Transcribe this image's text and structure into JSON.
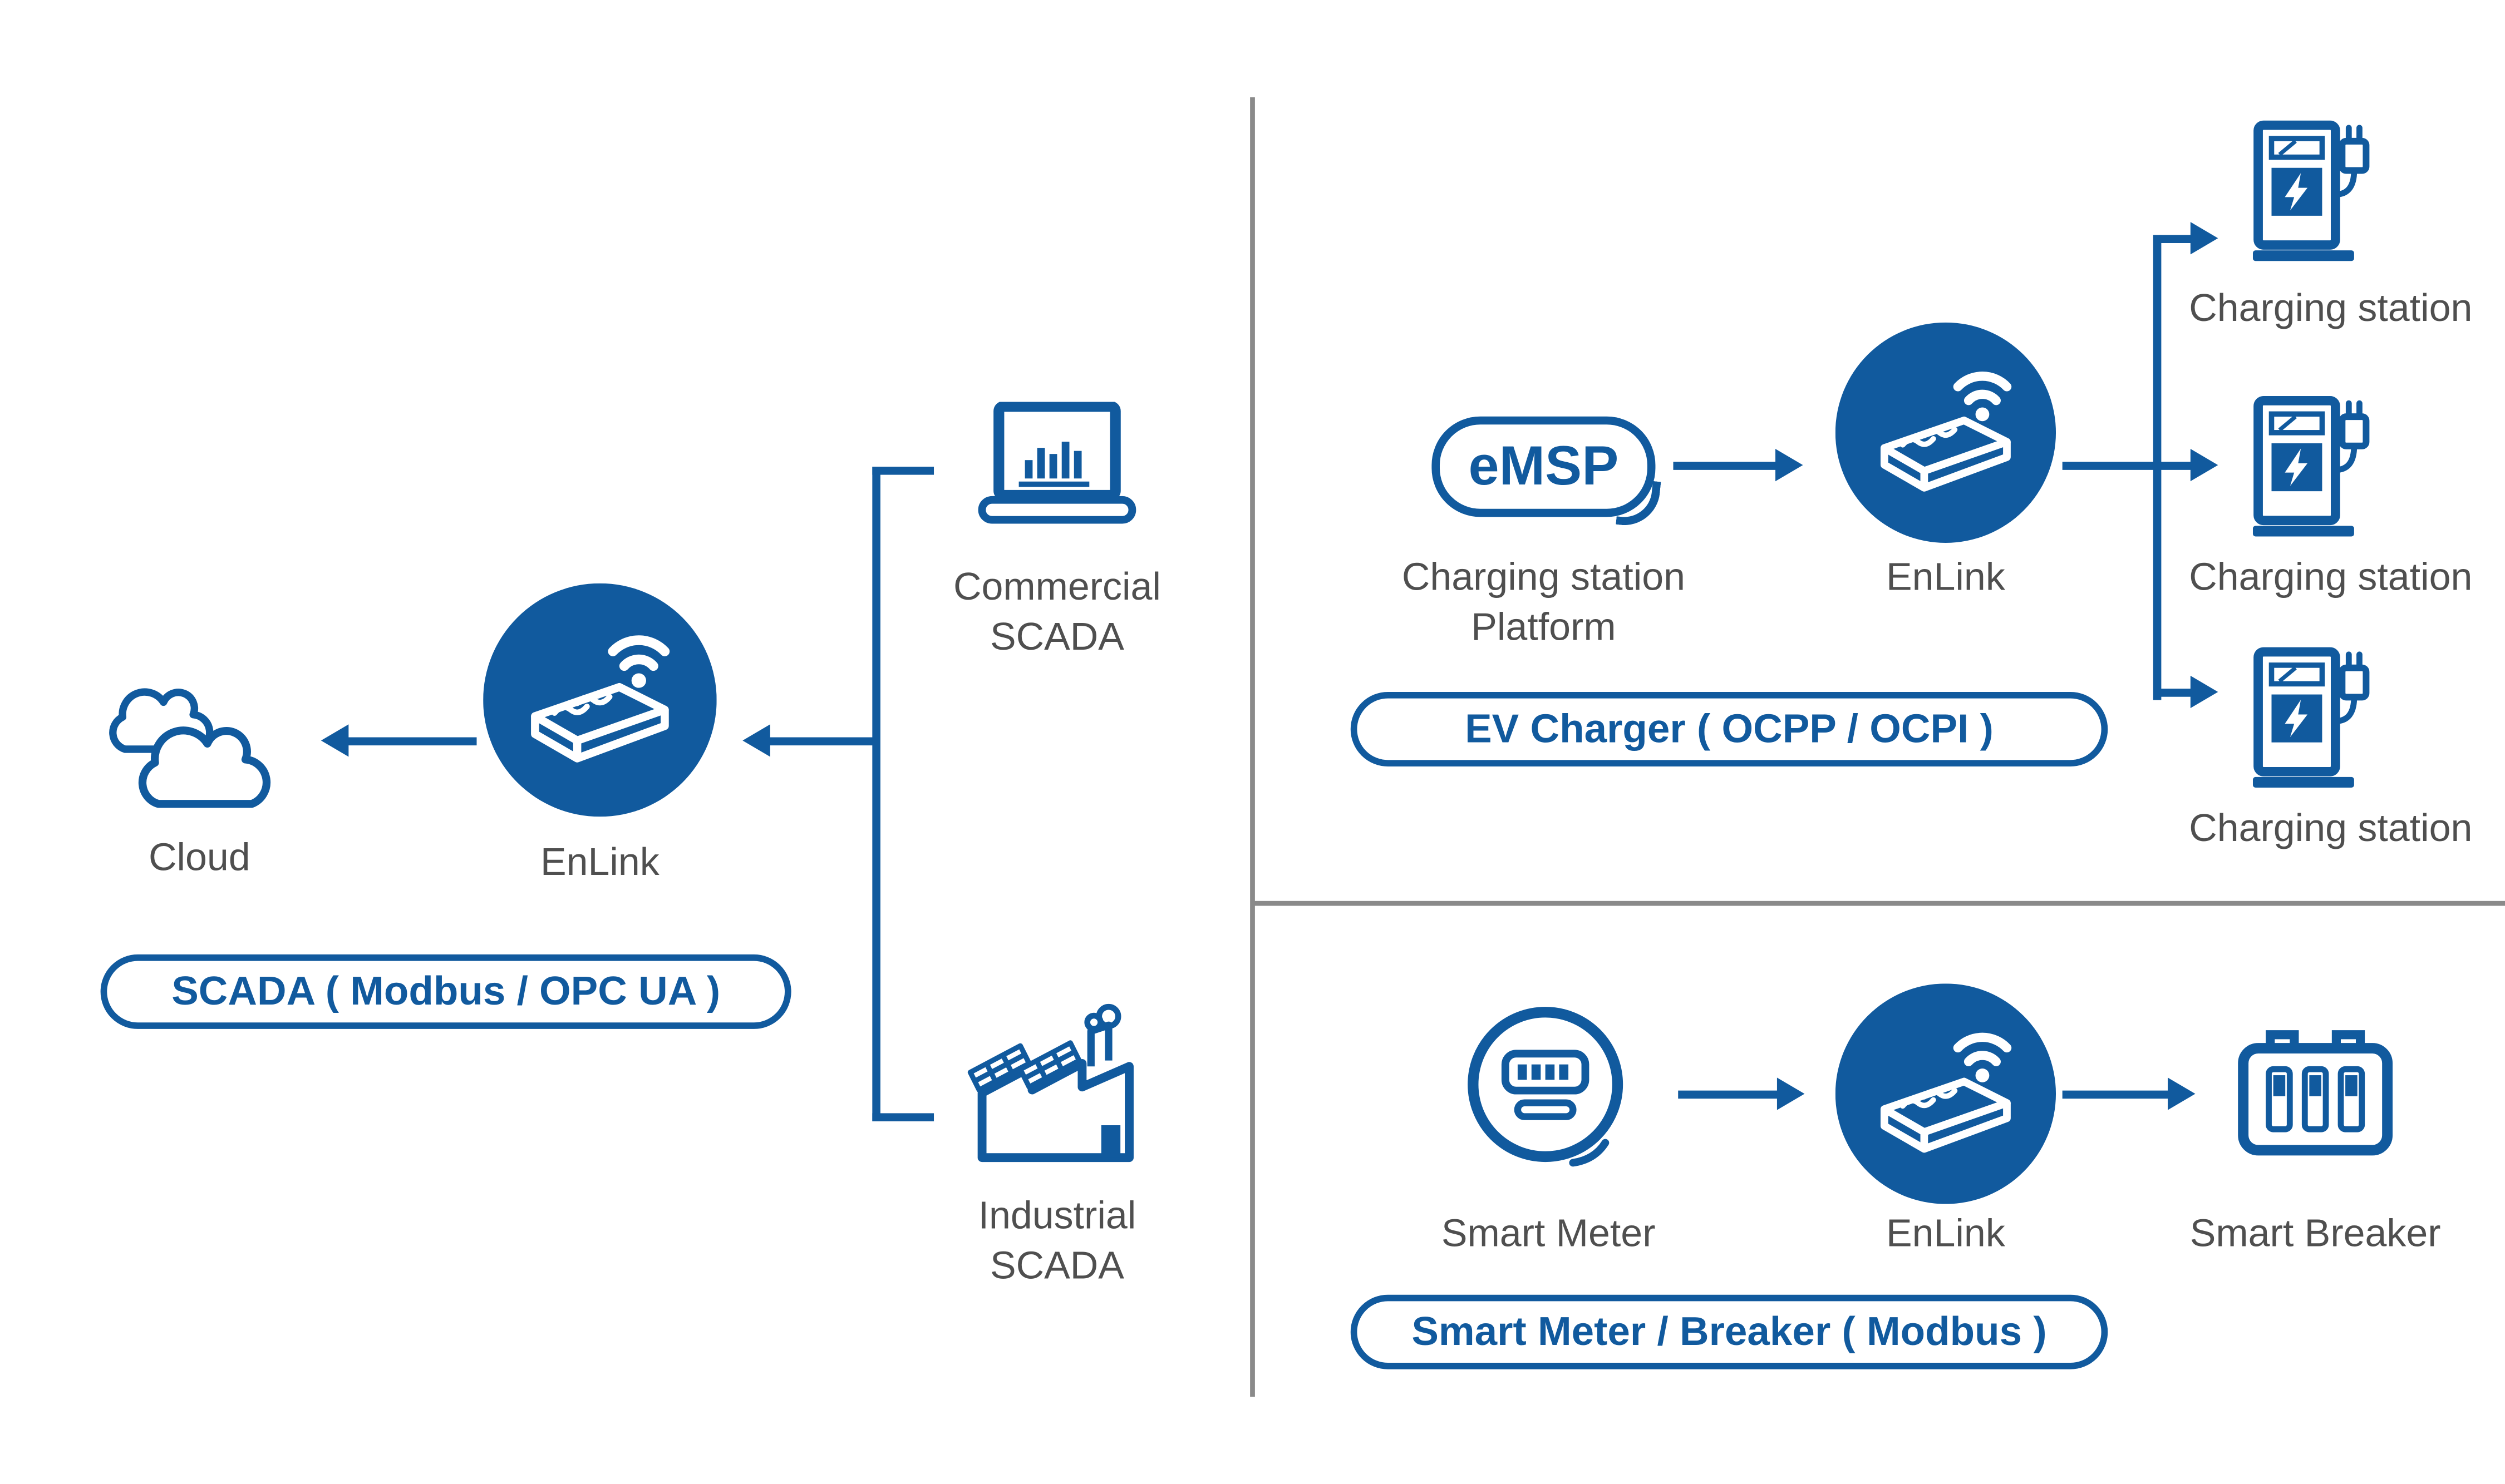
{
  "colors": {
    "accent": "#115a9e",
    "label_text": "#4f4f4f",
    "divider": "#8a8a8a",
    "background": "#ffffff"
  },
  "left_panel": {
    "cloud_label": "Cloud",
    "gateway_label": "EnLink",
    "commercial_scada_label_line1": "Commercial",
    "commercial_scada_label_line2": "SCADA",
    "industrial_scada_label_line1": "Industrial",
    "industrial_scada_label_line2": "SCADA",
    "protocol_pill": "SCADA ( Modbus / OPC UA )"
  },
  "ev_panel": {
    "emsp_badge": "eMSP",
    "emsp_label_line1": "Charging station",
    "emsp_label_line2": "Platform",
    "gateway_label": "EnLink",
    "stations": [
      {
        "label": "Charging station"
      },
      {
        "label": "Charging station"
      },
      {
        "label": "Charging station"
      }
    ],
    "protocol_pill": "EV Charger ( OCPP / OCPI )"
  },
  "meter_panel": {
    "meter_label": "Smart Meter",
    "gateway_label": "EnLink",
    "breaker_label": "Smart Breaker",
    "protocol_pill": "Smart Meter / Breaker ( Modbus )"
  },
  "icons": {
    "cloud": "cloud-icon",
    "enlink_gateway": "enlink-gateway-icon",
    "commercial_scada": "laptop-chart-icon",
    "industrial_scada": "factory-icon",
    "emsp": "emsp-bubble",
    "charging_station": "charging-station-icon",
    "smart_meter": "smart-meter-icon",
    "smart_breaker": "smart-breaker-icon"
  }
}
